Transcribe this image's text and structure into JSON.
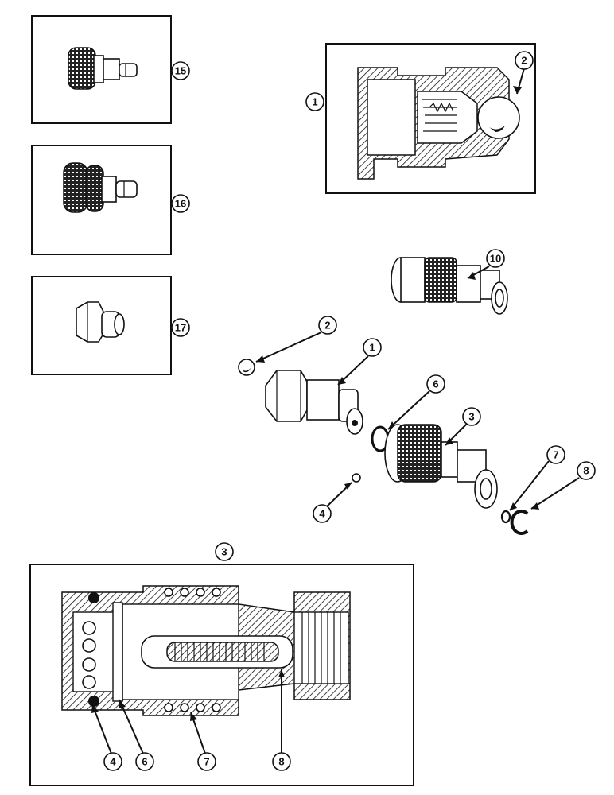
{
  "callouts": {
    "c15": "15",
    "c16": "16",
    "c17": "17",
    "c1_detail": "1",
    "c2_detail": "2",
    "c10": "10",
    "c2": "2",
    "c1": "1",
    "c6": "6",
    "c3": "3",
    "c7": "7",
    "c8": "8",
    "c4": "4",
    "c3_section": "3",
    "c4_section": "4",
    "c6_section": "6",
    "c7_section": "7",
    "c8_section": "8"
  }
}
